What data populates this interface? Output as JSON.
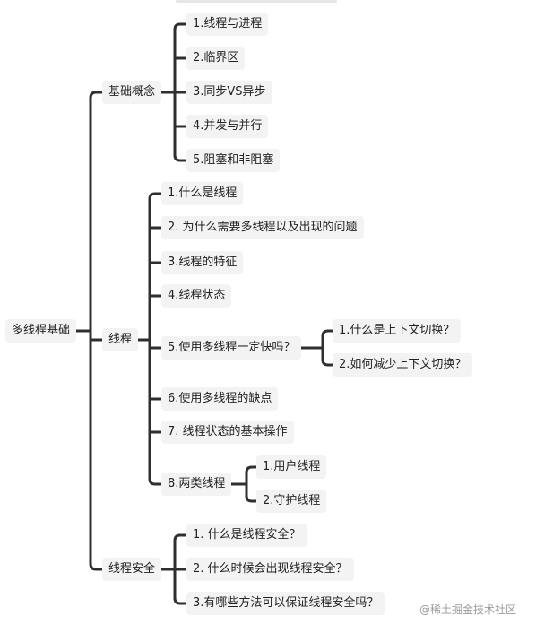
{
  "root": "多线程基础",
  "branches": [
    {
      "label": "基础概念",
      "children": [
        {
          "label": "1.线程与进程"
        },
        {
          "label": "2.临界区"
        },
        {
          "label": "3.同步VS异步"
        },
        {
          "label": "4.并发与并行"
        },
        {
          "label": "5.阻塞和非阻塞"
        }
      ]
    },
    {
      "label": "线程",
      "children": [
        {
          "label": "1.什么是线程"
        },
        {
          "label": "2. 为什么需要多线程以及出现的问题"
        },
        {
          "label": "3.线程的特征"
        },
        {
          "label": "4.线程状态"
        },
        {
          "label": "5.使用多线程一定快吗？",
          "children": [
            {
              "label": "1.什么是上下文切换？"
            },
            {
              "label": "2.如何减少上下文切换？"
            }
          ]
        },
        {
          "label": "6.使用多线程的缺点"
        },
        {
          "label": "7. 线程状态的基本操作"
        },
        {
          "label": "8.两类线程",
          "children": [
            {
              "label": "1.用户线程"
            },
            {
              "label": "2.守护线程"
            }
          ]
        }
      ]
    },
    {
      "label": "线程安全",
      "children": [
        {
          "label": "1. 什么是线程安全？"
        },
        {
          "label": "2. 什么时候会出现线程安全？"
        },
        {
          "label": "3.有哪些方法可以保证线程安全吗？"
        }
      ]
    }
  ],
  "watermark": "@稀土掘金技术社区"
}
